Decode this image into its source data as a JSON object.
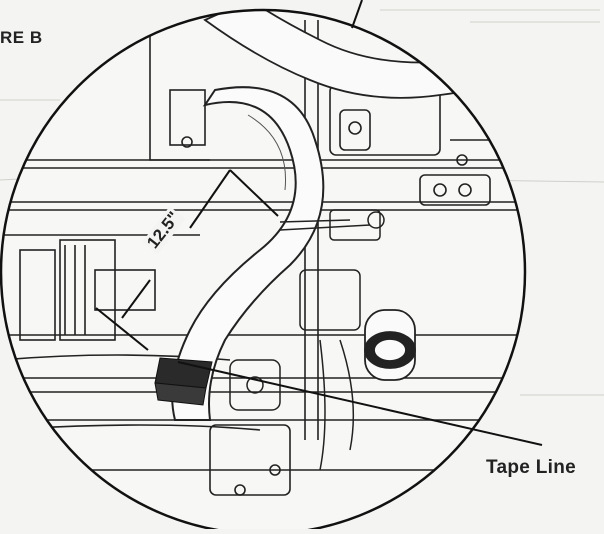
{
  "figure": {
    "label": "RE B"
  },
  "callouts": {
    "tape_line": "Tape Line",
    "dimension": "12.5\""
  },
  "colors": {
    "line": "#222222",
    "background": "#f4f4f2",
    "tape": "#2a2a2a"
  }
}
